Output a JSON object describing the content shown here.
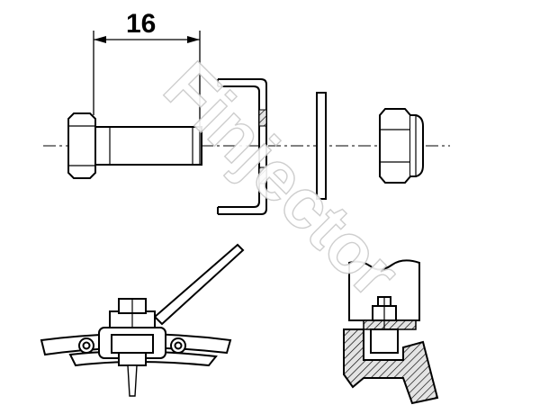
{
  "dimension": {
    "value": "16"
  },
  "watermark": {
    "text": "Finjector"
  },
  "colors": {
    "line": "#000000",
    "background": "#ffffff",
    "hatch_fill": "#e4e4e4",
    "watermark_outline": "#c9c9c9"
  },
  "parts": [
    "bolt",
    "bracket",
    "washer",
    "lock-nut"
  ],
  "views": [
    "exploded-view",
    "installed-section-view",
    "installed-side-view"
  ]
}
